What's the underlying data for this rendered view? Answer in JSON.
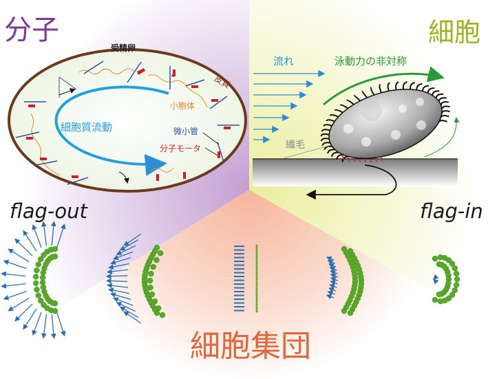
{
  "sections": {
    "molecule": {
      "title": "分子",
      "color": "#7b3a9a"
    },
    "cell": {
      "title": "細胞",
      "color": "#9ab51c"
    },
    "collective": {
      "title": "細胞集団",
      "color": "#e0673a"
    }
  },
  "molecule_panel": {
    "egg_label": "受精卵",
    "cortex_label": "皮質",
    "vesicle_label": "小胞体",
    "streaming_label": "細胞質流動",
    "microtubule_label": "微小管",
    "motor_label": "分子モータ",
    "colors": {
      "cortex": "#6b3a1e",
      "vesicle": "#e08a2a",
      "streaming": "#22a0e0",
      "microtubule": "#2f4f9f",
      "motor": "#d0202a"
    }
  },
  "cell_panel": {
    "flow_label": "流れ",
    "asymmetry_label": "泳動力の非対称",
    "cilia_label": "繊毛",
    "colors": {
      "flow": "#2a8fd8",
      "asymmetry": "#2a9a3a",
      "cilia_contact": "#d82020"
    }
  },
  "collective_panel": {
    "flag_out_label": "flag-out",
    "flag_in_label": "flag-in",
    "colors": {
      "cell_dot": "#5aaa2a",
      "flagella": "#2a6fb0"
    }
  },
  "backgrounds": {
    "molecule_sector": "#c9a6d6",
    "cell_sector": "#eef0b0",
    "collective_sector": "#f6b8a0"
  }
}
